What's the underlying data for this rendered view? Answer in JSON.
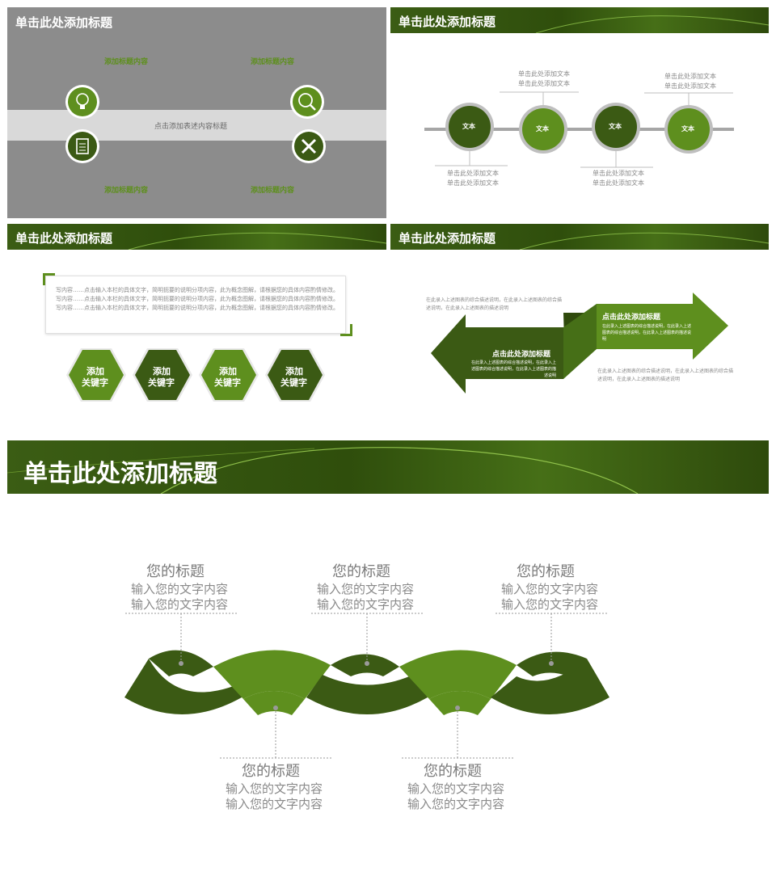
{
  "colors": {
    "dark_green": "#3b5a14",
    "mid_green": "#5e8f1e",
    "gray_bg": "#8c8c8c"
  },
  "slide1": {
    "title": "单击此处添加标题",
    "top_left": "添加标题内容",
    "top_right": "添加标题内容",
    "bottom_left": "添加标题内容",
    "bottom_right": "添加标题内容",
    "band_text": "点击添加表述内容标题",
    "icons": [
      "lightbulb-icon",
      "report-chart-icon",
      "clipboard-icon",
      "tools-icon"
    ]
  },
  "slide2": {
    "title": "单击此处添加标题",
    "circles": [
      "文本",
      "文本",
      "文本",
      "文本"
    ],
    "top_notes": [
      [
        "单击此处添加文本",
        "单击此处添加文本"
      ],
      [
        "单击此处添加文本",
        "单击此处添加文本"
      ]
    ],
    "bottom_notes": [
      [
        "单击此处添加文本",
        "单击此处添加文本"
      ],
      [
        "单击此处添加文本",
        "单击此处添加文本"
      ]
    ]
  },
  "slide3": {
    "title": "单击此处添加标题",
    "paragraph": "写内容……点击输入本栏的具体文字，简明扼要的说明分项内容，此为概念图解，请根据您的具体内容酌情修改。写内容……点击输入本栏的具体文字，简明扼要的说明分项内容，此为概念图解，请根据您的具体内容酌情修改。写内容……点击输入本栏的具体文字，简明扼要的说明分项内容，此为概念图解，请根据您的具体内容酌情修改。",
    "hexagons": [
      [
        "添加",
        "关键字"
      ],
      [
        "添加",
        "关键字"
      ],
      [
        "添加",
        "关键字"
      ],
      [
        "添加",
        "关键字"
      ]
    ]
  },
  "slide4": {
    "title": "单击此处添加标题",
    "top_note": "在此录入上述图表的综合描述说明，在此录入上述图表的综合描述说明，在此录入上述图表的描述说明",
    "right_arrow_title": "点击此处添加标题",
    "right_arrow_text": "在此录入上述图表的综合描述说明，在此录入上述图表的综合描述说明，在此录入上述图表的描述说明",
    "left_arrow_title": "点击此处添加标题",
    "left_arrow_text": "在此录入上述图表的综合描述说明，在此录入上述图表的综合描述说明，在此录入上述图表的描述说明",
    "bottom_note": "在此录入上述图表的综合描述说明，在此录入上述图表的综合描述说明，在此录入上述图表的描述说明"
  },
  "slide5": {
    "title": "单击此处添加标题",
    "top_items": [
      {
        "heading": "您的标题",
        "line1": "输入您的文字内容",
        "line2": "输入您的文字内容"
      },
      {
        "heading": "您的标题",
        "line1": "输入您的文字内容",
        "line2": "输入您的文字内容"
      },
      {
        "heading": "您的标题",
        "line1": "输入您的文字内容",
        "line2": "输入您的文字内容"
      }
    ],
    "bottom_items": [
      {
        "heading": "您的标题",
        "line1": "输入您的文字内容",
        "line2": "输入您的文字内容"
      },
      {
        "heading": "您的标题",
        "line1": "输入您的文字内容",
        "line2": "输入您的文字内容"
      }
    ]
  }
}
